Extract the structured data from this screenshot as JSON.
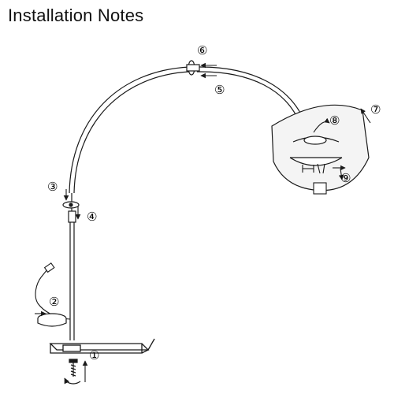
{
  "header": {
    "title": "Installation Notes"
  },
  "step_markers": [
    {
      "num": 1,
      "glyph": "①"
    },
    {
      "num": 2,
      "glyph": "②"
    },
    {
      "num": 3,
      "glyph": "③"
    },
    {
      "num": 4,
      "glyph": "④"
    },
    {
      "num": 5,
      "glyph": "⑤"
    },
    {
      "num": 6,
      "glyph": "⑥"
    },
    {
      "num": 7,
      "glyph": "⑦"
    },
    {
      "num": 8,
      "glyph": "⑧"
    },
    {
      "num": 9,
      "glyph": "⑨"
    }
  ],
  "colors": {
    "line": "#1a1a1a",
    "background": "#ffffff",
    "shade": "#f4f4f4"
  }
}
